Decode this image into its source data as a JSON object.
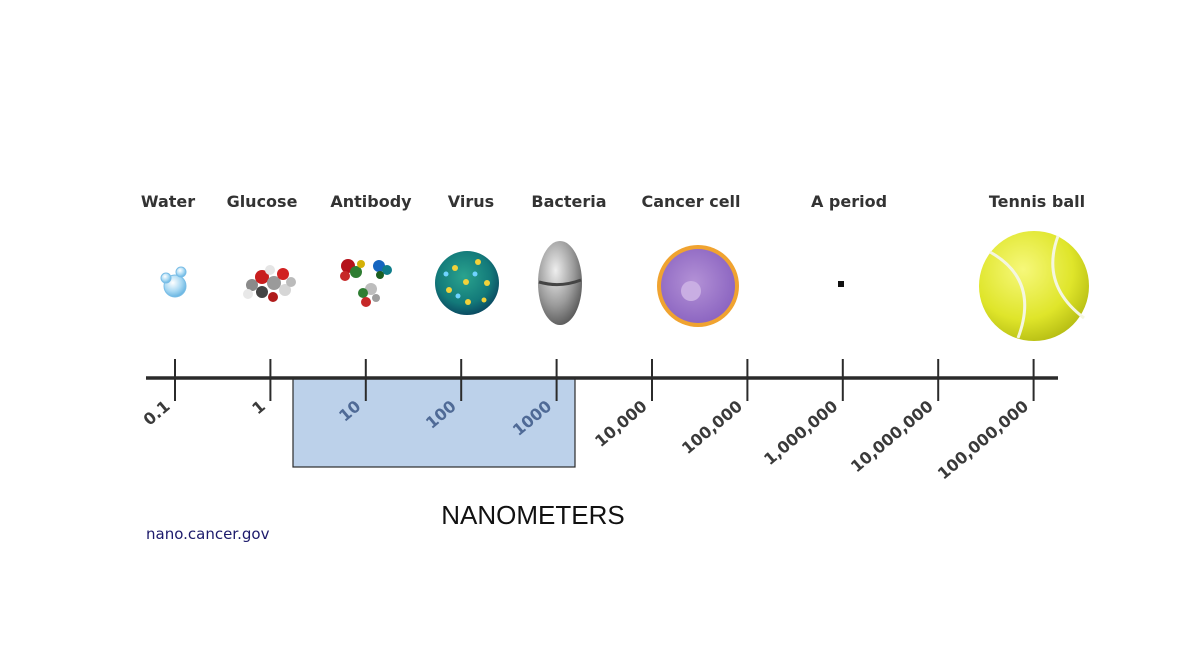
{
  "objects": [
    {
      "label": "Water",
      "icon": "water-molecule-icon"
    },
    {
      "label": "Glucose",
      "icon": "glucose-molecule-icon"
    },
    {
      "label": "Antibody",
      "icon": "antibody-icon"
    },
    {
      "label": "Virus",
      "icon": "virus-icon"
    },
    {
      "label": "Bacteria",
      "icon": "bacteria-icon"
    },
    {
      "label": "Cancer cell",
      "icon": "cancer-cell-icon"
    },
    {
      "label": "A period",
      "icon": "period-dot-icon"
    },
    {
      "label": "Tennis ball",
      "icon": "tennis-ball-icon"
    }
  ],
  "scale": {
    "ticks": [
      "0.1",
      "1",
      "10",
      "100",
      "1000",
      "10,000",
      "100,000",
      "1,000,000",
      "10,000,000",
      "100,000,000"
    ],
    "highlight_range": [
      "10",
      "1000"
    ],
    "unit_label": "NANOMETERS",
    "highlight_color": "#bcd1ea",
    "axis_color": "#2b2b2b"
  },
  "source": {
    "text": "nano.cancer.gov",
    "color": "#1c1a6b"
  }
}
